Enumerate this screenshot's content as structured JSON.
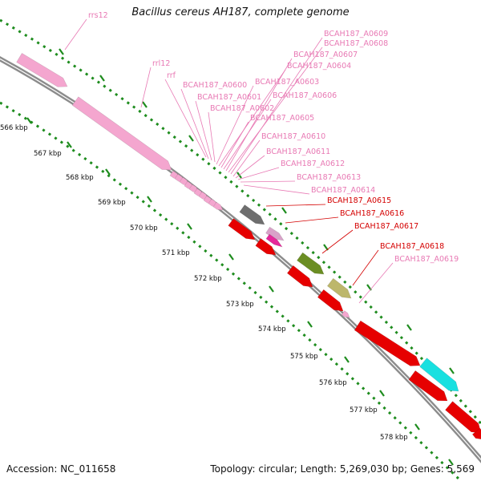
{
  "title": "Bacillus cereus AH187, complete genome",
  "accession_text": "Accession: NC_011658",
  "topology_text": "Topology: circular; Length: 5,269,030 bp; Genes: 5,569",
  "colors": {
    "backbone": "#8c8c8c",
    "tick": "#1e8c1e",
    "rna": "#f4a6cf",
    "rna_label": "#e879b4",
    "cds": "#e60000",
    "cds_label": "#d40000",
    "gray_gene": "#6e6e6e",
    "magenta_gene": "#e6299a",
    "olive_gene": "#6b8e23",
    "khaki_gene": "#bdb76b",
    "cyan_gene": "#19e0e0"
  },
  "kbp_labels": [
    "566 kbp",
    "567 kbp",
    "568 kbp",
    "569 kbp",
    "570 kbp",
    "571 kbp",
    "572 kbp",
    "573 kbp",
    "574 kbp",
    "575 kbp",
    "576 kbp",
    "577 kbp",
    "578 kbp"
  ],
  "gene_labels": [
    {
      "text": "rrs12",
      "color": "rna"
    },
    {
      "text": "rrl12",
      "color": "rna"
    },
    {
      "text": "rrf",
      "color": "rna"
    },
    {
      "text": "BCAH187_A0600",
      "color": "rna"
    },
    {
      "text": "BCAH187_A0601",
      "color": "rna"
    },
    {
      "text": "BCAH187_A0602",
      "color": "rna"
    },
    {
      "text": "BCAH187_A0603",
      "color": "rna"
    },
    {
      "text": "BCAH187_A0604",
      "color": "rna"
    },
    {
      "text": "BCAH187_A0605",
      "color": "rna"
    },
    {
      "text": "BCAH187_A0606",
      "color": "rna"
    },
    {
      "text": "BCAH187_A0607",
      "color": "rna"
    },
    {
      "text": "BCAH187_A0608",
      "color": "rna"
    },
    {
      "text": "BCAH187_A0609",
      "color": "rna"
    },
    {
      "text": "BCAH187_A0610",
      "color": "rna"
    },
    {
      "text": "BCAH187_A0611",
      "color": "rna"
    },
    {
      "text": "BCAH187_A0612",
      "color": "rna"
    },
    {
      "text": "BCAH187_A0613",
      "color": "rna"
    },
    {
      "text": "BCAH187_A0614",
      "color": "rna"
    },
    {
      "text": "BCAH187_A0615",
      "color": "cds"
    },
    {
      "text": "BCAH187_A0616",
      "color": "cds"
    },
    {
      "text": "BCAH187_A0617",
      "color": "cds"
    },
    {
      "text": "BCAH187_A0618",
      "color": "cds"
    },
    {
      "text": "BCAH187_A0619",
      "color": "rna"
    }
  ]
}
